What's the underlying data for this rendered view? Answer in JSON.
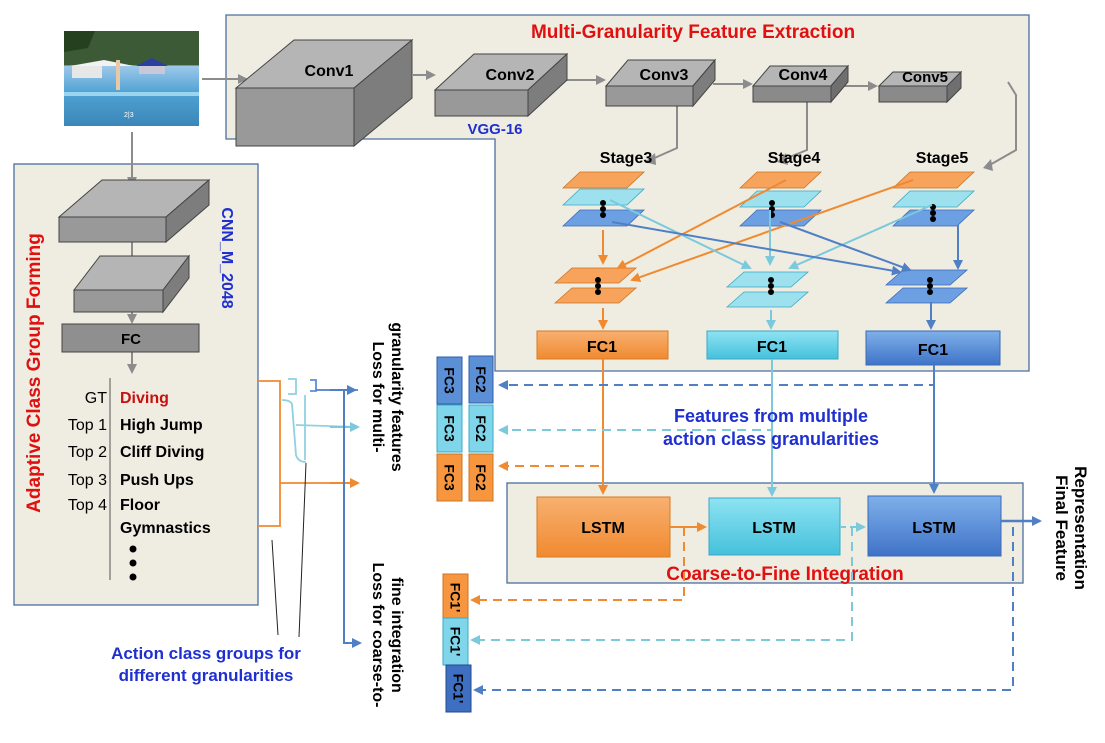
{
  "panels": {
    "extraction_title": "Multi-Granularity Feature Extraction",
    "acgf_title": "Adaptive Class Group Forming",
    "integration_title": "Coarse-to-Fine Integration"
  },
  "cnn": {
    "conv1": "Conv1",
    "conv2": "Conv2",
    "conv3": "Conv3",
    "conv4": "Conv4",
    "conv5": "Conv5",
    "vgg": "VGG-16",
    "cnn_m": "CNN_M_2048",
    "fc": "FC"
  },
  "stages": {
    "s3": "Stage3",
    "s4": "Stage4",
    "s5": "Stage5"
  },
  "fc1": {
    "a": "FC1",
    "b": "FC1",
    "c": "FC1"
  },
  "ranks": [
    {
      "rank": "GT",
      "name": "Diving"
    },
    {
      "rank": "Top 1",
      "name": "High Jump"
    },
    {
      "rank": "Top 2",
      "name": "Cliff Diving"
    },
    {
      "rank": "Top 3",
      "name": "Push Ups"
    },
    {
      "rank": "Top 4",
      "name": "Floor"
    },
    {
      "rank": "",
      "name": "Gymnastics"
    }
  ],
  "loss_multi": [
    "Loss for multi-",
    "granularity features"
  ],
  "loss_c2f": [
    "Loss for coarse-to-",
    "fine integration"
  ],
  "fc_small": {
    "fc3": "FC3",
    "fc2": "FC2",
    "fc1p": "FC1'"
  },
  "features_text": [
    "Features from multiple",
    "action class granularities"
  ],
  "groups_text": [
    "Action class groups for",
    "different granularities"
  ],
  "lstm": {
    "a": "LSTM",
    "b": "LSTM",
    "c": "LSTM"
  },
  "final_text": [
    "Final Feature",
    "Representation"
  ],
  "colors": {
    "orange": "#f7963f",
    "cyan": "#6fd3e8",
    "blue": "#5b8fd6",
    "grey": "#9e9e9e",
    "red": "#e01010",
    "navy": "#1f2fd0",
    "panel": "#efece1"
  }
}
